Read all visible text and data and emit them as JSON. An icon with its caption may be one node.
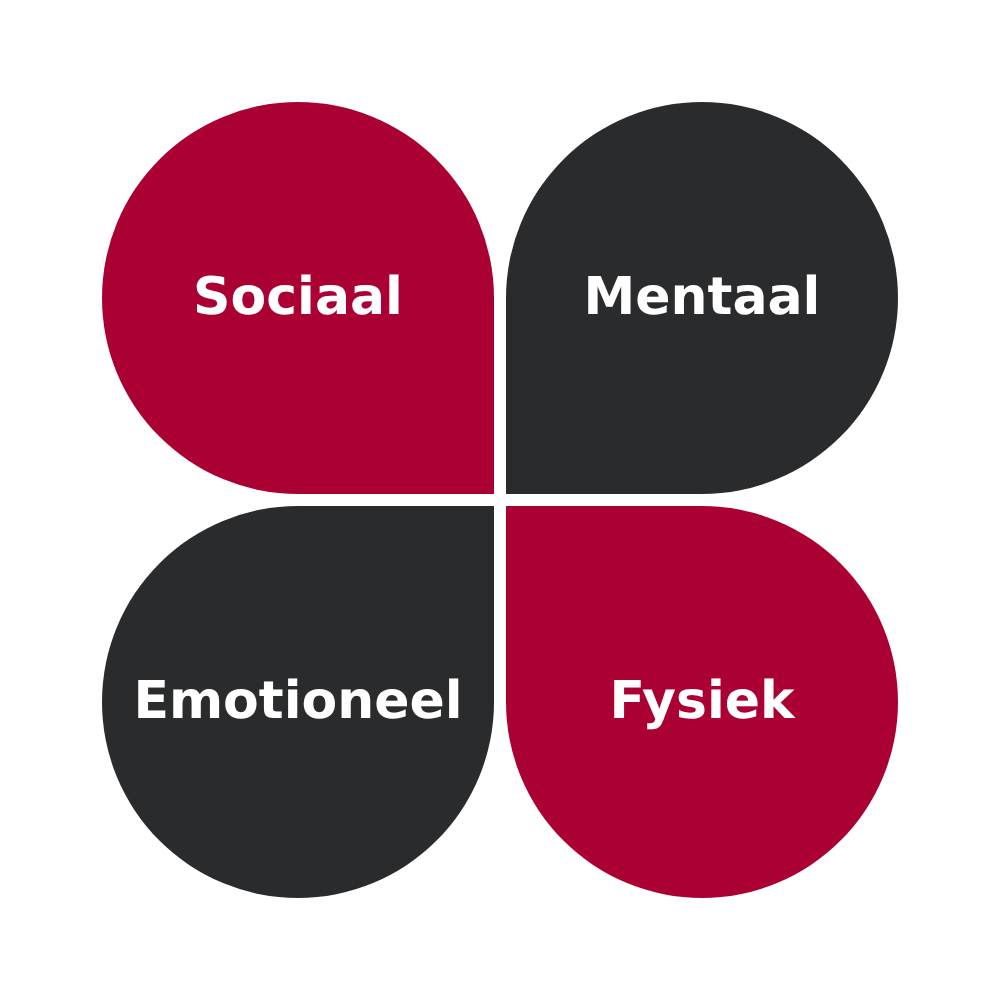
{
  "diagram": {
    "nodes": [
      {
        "text": [
          "Sociaal"
        ]
      },
      {
        "text": [
          "Mentaal"
        ]
      },
      {
        "text": [
          "Emotioneel"
        ]
      },
      {
        "text": [
          "Fysiek"
        ]
      }
    ]
  }
}
